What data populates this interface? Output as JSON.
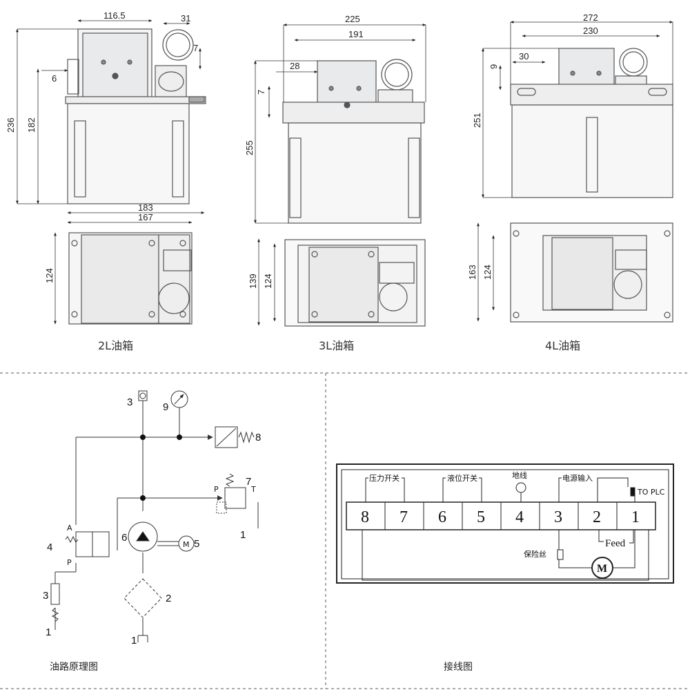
{
  "dims_2l": {
    "w1": "116.5",
    "w2": "31",
    "w3": "7",
    "w4": "6",
    "h1": "236",
    "h2": "182",
    "w5": "183",
    "w6": "167",
    "h3": "124"
  },
  "dims_3l": {
    "w1": "225",
    "w2": "191",
    "w3": "28",
    "w4": "7",
    "h1": "255",
    "h2": "139",
    "h3": "124"
  },
  "dims_4l": {
    "w1": "272",
    "w2": "230",
    "w3": "30",
    "w4": "9",
    "h1": "251",
    "h2": "163",
    "h3": "124"
  },
  "captions": {
    "tank_2l": "2L油箱",
    "tank_3l": "3L油箱",
    "tank_4l": "4L油箱",
    "hydraulic": "油路原理图",
    "wiring": "接线图"
  },
  "hydraulic_labels": {
    "n1a": "1",
    "n1b": "1",
    "n1c": "1",
    "n2": "2",
    "n3a": "3",
    "n3b": "3",
    "n4": "4",
    "n5": "5",
    "n6": "6",
    "n7": "7",
    "n8": "8",
    "n9": "9",
    "port_a": "A",
    "port_p": "P",
    "port_p2": "P",
    "port_t": "T",
    "motor": "M"
  },
  "wiring": {
    "terminals": [
      "8",
      "7",
      "6",
      "5",
      "4",
      "3",
      "2",
      "1"
    ],
    "pressure_switch": "压力开关",
    "level_switch": "液位开关",
    "ground": "地线",
    "power_input": "电源输入",
    "to_plc": "TO PLC",
    "feed": "Feed",
    "fuse": "保险丝",
    "motor": "M"
  }
}
